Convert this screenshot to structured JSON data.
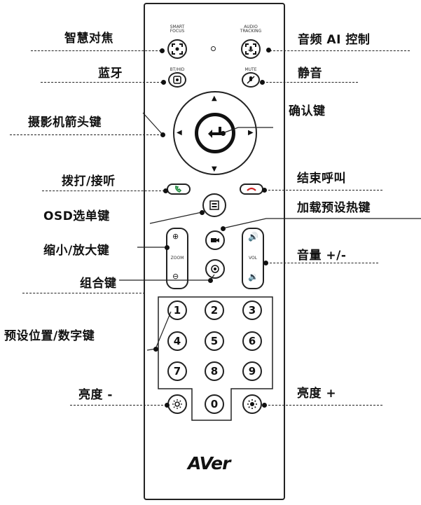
{
  "labels": {
    "smart_focus": "智慧对焦",
    "bluetooth": "蓝牙",
    "camera_arrows": "摄影机箭头键",
    "dial_answer": "拨打/接听",
    "osd_menu": "OSD选单键",
    "zoom": "缩小/放大键",
    "combo": "组合键",
    "preset_numeric": "预设位置/数字键",
    "brightness_minus": "亮度 -",
    "audio_ai": "音频 AI 控制",
    "mute": "静音",
    "confirm": "确认键",
    "end_call": "结束呼叫",
    "load_preset": "加载预设热键",
    "volume": "音量 +/-",
    "brightness_plus": "亮度 +"
  },
  "remote": {
    "smart_focus_text": "SMART\nFOCUS",
    "audio_tracking_text": "AUDIO\nTRACKING",
    "bluetooth_text": "BT/HID",
    "mute_text": "MUTE",
    "zoom_text": "ZOOM",
    "vol_text": "VOL",
    "numbers": [
      "1",
      "2",
      "3",
      "4",
      "5",
      "6",
      "7",
      "8",
      "9",
      "0"
    ],
    "brand": "AVer"
  },
  "colors": {
    "call_green": "#1e8a3c",
    "end_red": "#cc2222",
    "outline": "#222222"
  },
  "icons": {
    "smart_focus": "focus-icon",
    "audio_ai": "audio-tracking-icon",
    "bluetooth": "bluetooth-icon",
    "mute": "mic-mute-icon",
    "enter": "enter-icon",
    "call": "phone-icon",
    "end": "hang-up-icon",
    "menu": "menu-icon",
    "camera": "camera-icon",
    "combo": "combo-icon",
    "zoom_in": "zoom-in-icon",
    "zoom_out": "zoom-out-icon",
    "vol_up": "volume-up-icon",
    "vol_down": "volume-down-icon",
    "bright_minus": "brightness-minus-icon",
    "bright_plus": "brightness-plus-icon"
  }
}
